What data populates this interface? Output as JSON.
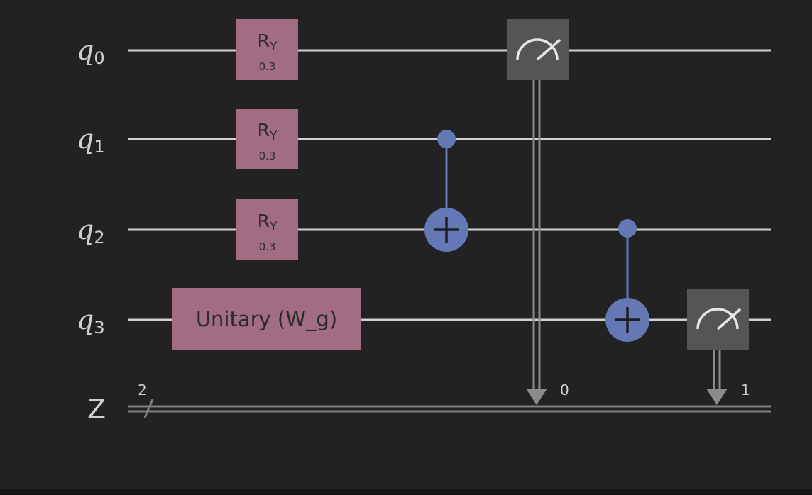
{
  "colors": {
    "background": "#161616",
    "canvas": "#222222",
    "wire": "#d0d0d0",
    "classical_wire": "#7d7f84",
    "rotation_gate": "#a26c82",
    "cnot": "#6578b6",
    "measure": "#555555",
    "measure_arrow": "#8a8a8a"
  },
  "circuit": {
    "qubits": [
      {
        "name": "q",
        "index": "0"
      },
      {
        "name": "q",
        "index": "1"
      },
      {
        "name": "q",
        "index": "2"
      },
      {
        "name": "q",
        "index": "3"
      }
    ],
    "classical_register": {
      "name": "Z",
      "width_label": "2"
    },
    "rotation_gates": [
      {
        "qubit": 0,
        "label": "R",
        "sub": "Y",
        "param": "0.3"
      },
      {
        "qubit": 1,
        "label": "R",
        "sub": "Y",
        "param": "0.3"
      },
      {
        "qubit": 2,
        "label": "R",
        "sub": "Y",
        "param": "0.3"
      }
    ],
    "unitary_gate": {
      "qubit": 3,
      "label": "Unitary (W_g)"
    },
    "cnots": [
      {
        "control": 1,
        "target": 2
      },
      {
        "control": 2,
        "target": 3
      }
    ],
    "measurements": [
      {
        "qubit": 0,
        "bit": "0",
        "icon": "meter-icon"
      },
      {
        "qubit": 3,
        "bit": "1",
        "icon": "meter-icon"
      }
    ]
  }
}
